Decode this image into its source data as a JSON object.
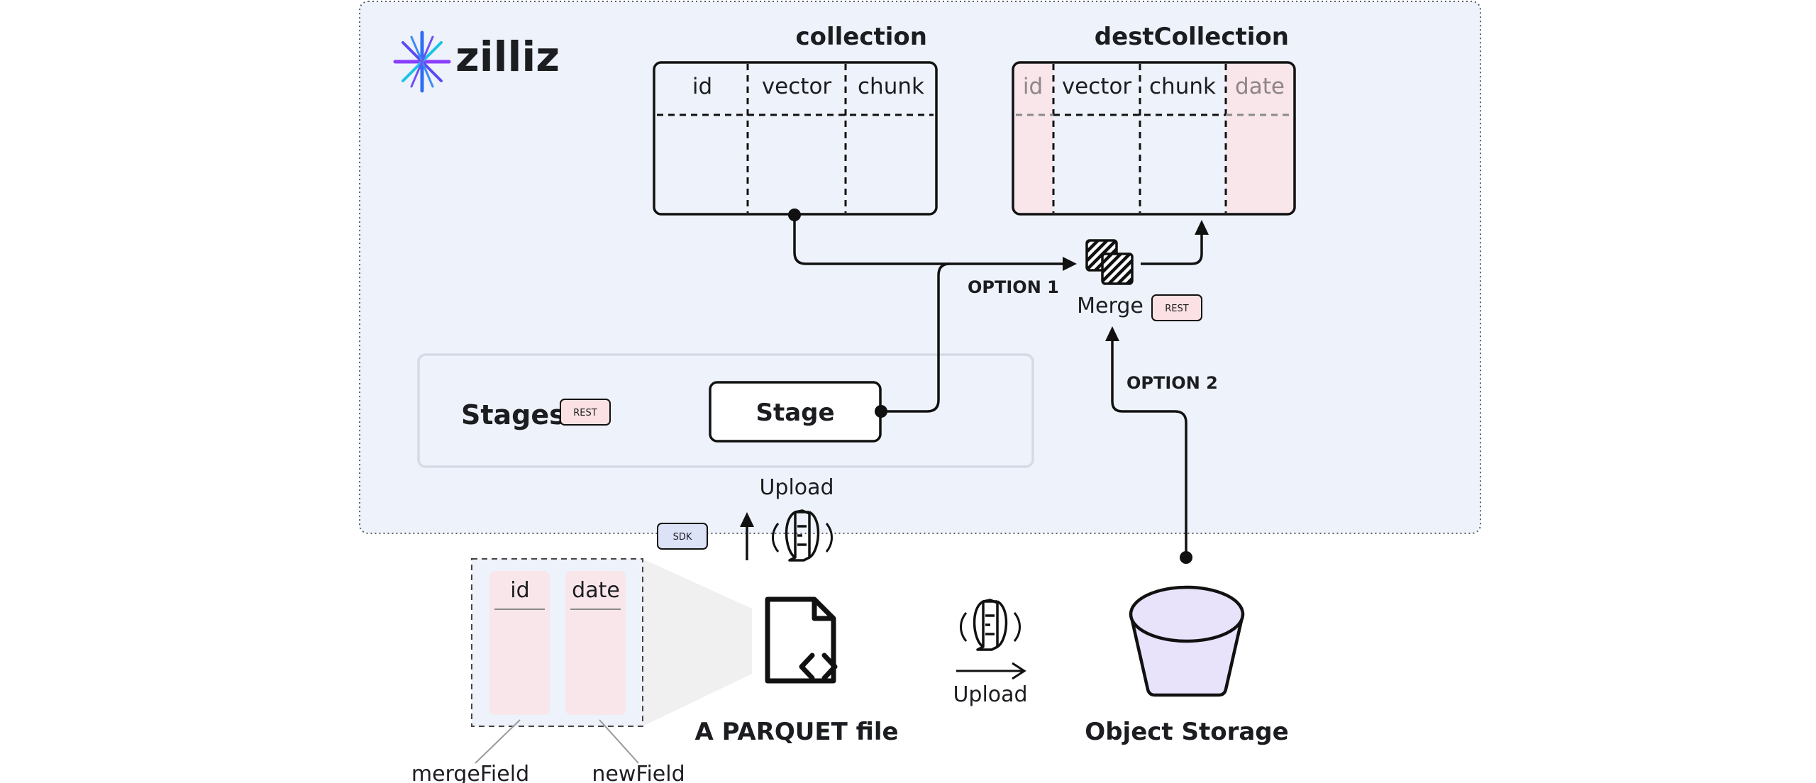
{
  "brand": {
    "name": "zilliz"
  },
  "collections": [
    {
      "title": "collection",
      "columns": [
        "id",
        "vector",
        "chunk"
      ]
    },
    {
      "title": "destCollection",
      "columns": [
        "id",
        "vector",
        "chunk",
        "date"
      ]
    }
  ],
  "merge": {
    "label": "Merge",
    "badge": "REST"
  },
  "options": {
    "option1": "OPTION 1",
    "option2": "OPTION 2"
  },
  "stages": {
    "title": "Stages",
    "badge": "REST",
    "stage_label": "Stage"
  },
  "upload_to_stage": {
    "label": "Upload",
    "badge": "SDK"
  },
  "parquet": {
    "label": "A PARQUET file",
    "fields": [
      "id",
      "date"
    ],
    "merge_field_label": "mergeField",
    "new_field_label": "newField"
  },
  "upload_to_storage": {
    "label": "Upload"
  },
  "object_storage": {
    "label": "Object Storage"
  },
  "colors": {
    "panel_bg": "#eef2fb",
    "pink": "#f8e6ea",
    "badge_rest_bg": "#fbe1e3",
    "badge_sdk_bg": "#dce3f7",
    "bucket_fill": "#e9e2fb",
    "stroke": "#111111",
    "logo_blue": "#2f6df6",
    "logo_purple": "#8a3ffc",
    "logo_cyan": "#19c4e6"
  }
}
